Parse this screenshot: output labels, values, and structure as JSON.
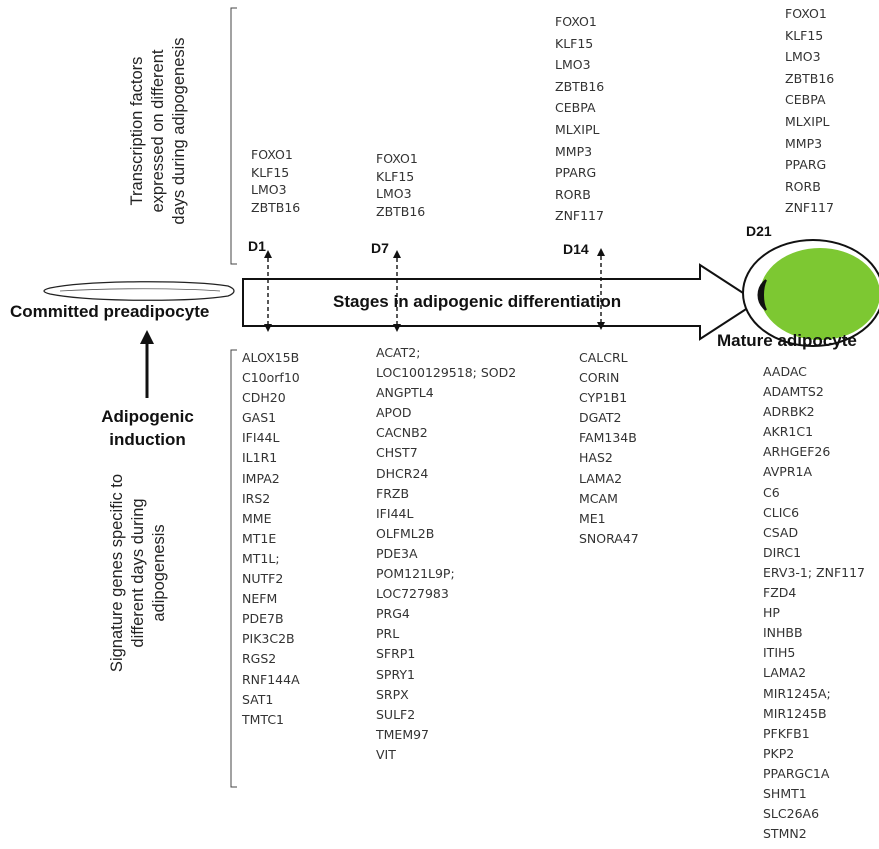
{
  "labels": {
    "committed": "Committed preadipocyte",
    "stages": "Stages in adipogenic differentiation",
    "mature": "Mature adipocyte",
    "induction": "Adipogenic\ninduction",
    "tf_side": "Transcription factors\nexpressed on different\ndays during adipogenesis",
    "sig_side": "Signature genes specific to\ndifferent days during\nadipogenesis"
  },
  "days": [
    "D1",
    "D7",
    "D14",
    "D21"
  ],
  "tf_lists": {
    "d1": [
      "FOXO1",
      "KLF15",
      "LMO3",
      "ZBTB16"
    ],
    "d7": [
      "FOXO1",
      "KLF15",
      "LMO3",
      "ZBTB16"
    ],
    "d14": [
      "FOXO1",
      "KLF15",
      "LMO3",
      "ZBTB16",
      "CEBPA",
      "MLXIPL",
      "MMP3",
      "PPARG",
      "RORB",
      "ZNF117"
    ],
    "d21": [
      "FOXO1",
      "KLF15",
      "LMO3",
      "ZBTB16",
      "CEBPA",
      "MLXIPL",
      "MMP3",
      "PPARG",
      "RORB",
      "ZNF117"
    ]
  },
  "sig_lists": {
    "d1": [
      "ALOX15B",
      "C10orf10",
      "CDH20",
      "GAS1",
      "IFI44L",
      "IL1R1",
      "IMPA2",
      "IRS2",
      "MME",
      "MT1E",
      "MT1L;",
      "NUTF2",
      "NEFM",
      "PDE7B",
      "PIK3C2B",
      "RGS2",
      "RNF144A",
      "SAT1",
      "TMTC1"
    ],
    "d7": [
      "ACAT2;",
      "LOC100129518; SOD2",
      "ANGPTL4",
      "APOD",
      "CACNB2",
      "CHST7",
      "DHCR24",
      "FRZB",
      "IFI44L",
      "OLFML2B",
      "PDE3A",
      "POM121L9P;",
      "LOC727983",
      "PRG4",
      "PRL",
      "SFRP1",
      "SPRY1",
      "SRPX",
      "SULF2",
      "TMEM97",
      "VIT"
    ],
    "d14": [
      "CALCRL",
      "CORIN",
      "CYP1B1",
      "DGAT2",
      "FAM134B",
      "HAS2",
      "LAMA2",
      "MCAM",
      "ME1",
      "SNORA47"
    ],
    "d21": [
      "AADAC",
      "ADAMTS2",
      "ADRBK2",
      "AKR1C1",
      "ARHGEF26",
      "AVPR1A",
      "C6",
      "CLIC6",
      "CSAD",
      "DIRC1",
      "ERV3-1; ZNF117",
      "FZD4",
      "HP",
      "INHBB",
      "ITIH5",
      "LAMA2",
      "MIR1245A;",
      "MIR1245B",
      "PFKFB1",
      "PKP2",
      "PPARGC1A",
      "SHMT1",
      "SLC26A6",
      "STMN2"
    ]
  },
  "colors": {
    "cell_fill": "#7dc832",
    "arrow_stroke": "#111111"
  }
}
